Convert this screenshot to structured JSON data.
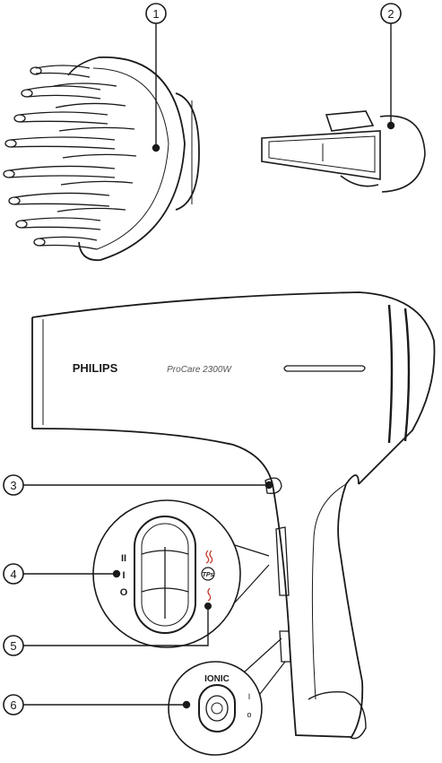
{
  "callouts": [
    {
      "num": "1"
    },
    {
      "num": "2"
    },
    {
      "num": "3"
    },
    {
      "num": "4"
    },
    {
      "num": "5"
    },
    {
      "num": "6"
    }
  ],
  "dryer": {
    "brand": "PHILIPS",
    "model": "ProCare 2300W"
  },
  "switch_labels": {
    "speed_high": "II",
    "speed_low": "I",
    "speed_off": "O"
  },
  "temp_badge": "TPs",
  "ionic": {
    "label": "IONIC",
    "on": "I",
    "off": "o"
  },
  "colors": {
    "line": "#1a1a1a",
    "heat_icon": "#c0392b"
  }
}
